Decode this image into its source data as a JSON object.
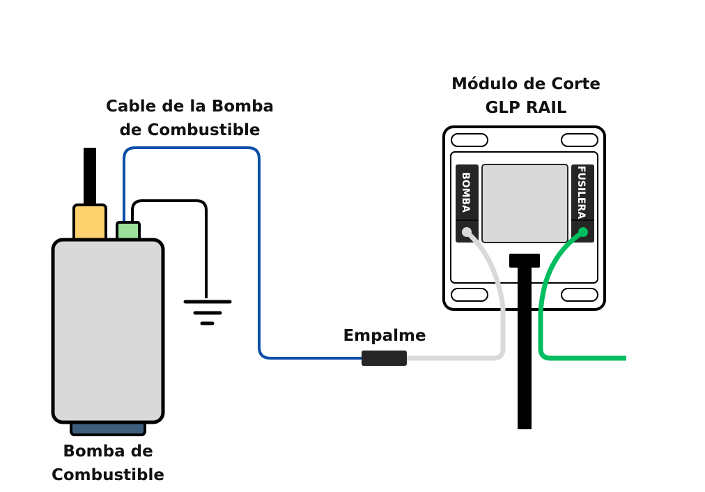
{
  "labels": {
    "module_title_1": "Módulo de Corte",
    "module_title_2": "GLP RAIL",
    "cable_title_1": "Cable de la Bomba",
    "cable_title_2": "de Combustible",
    "splice": "Empalme",
    "pump_1": "Bomba de",
    "pump_2": "Combustible",
    "port_left": "BOMBA",
    "port_right": "FUSILERA"
  },
  "colors": {
    "pump_cable": "#0b4ea8",
    "module_cable": "#d9d9d9",
    "fuse_cable": "#00bd5f",
    "pump_body": "#d9d9d9",
    "pump_base": "#3e5e7e",
    "connector_yellow": "#fdd26e",
    "connector_green": "#9de09c",
    "outline": "#000000",
    "port_block": "#262626"
  }
}
